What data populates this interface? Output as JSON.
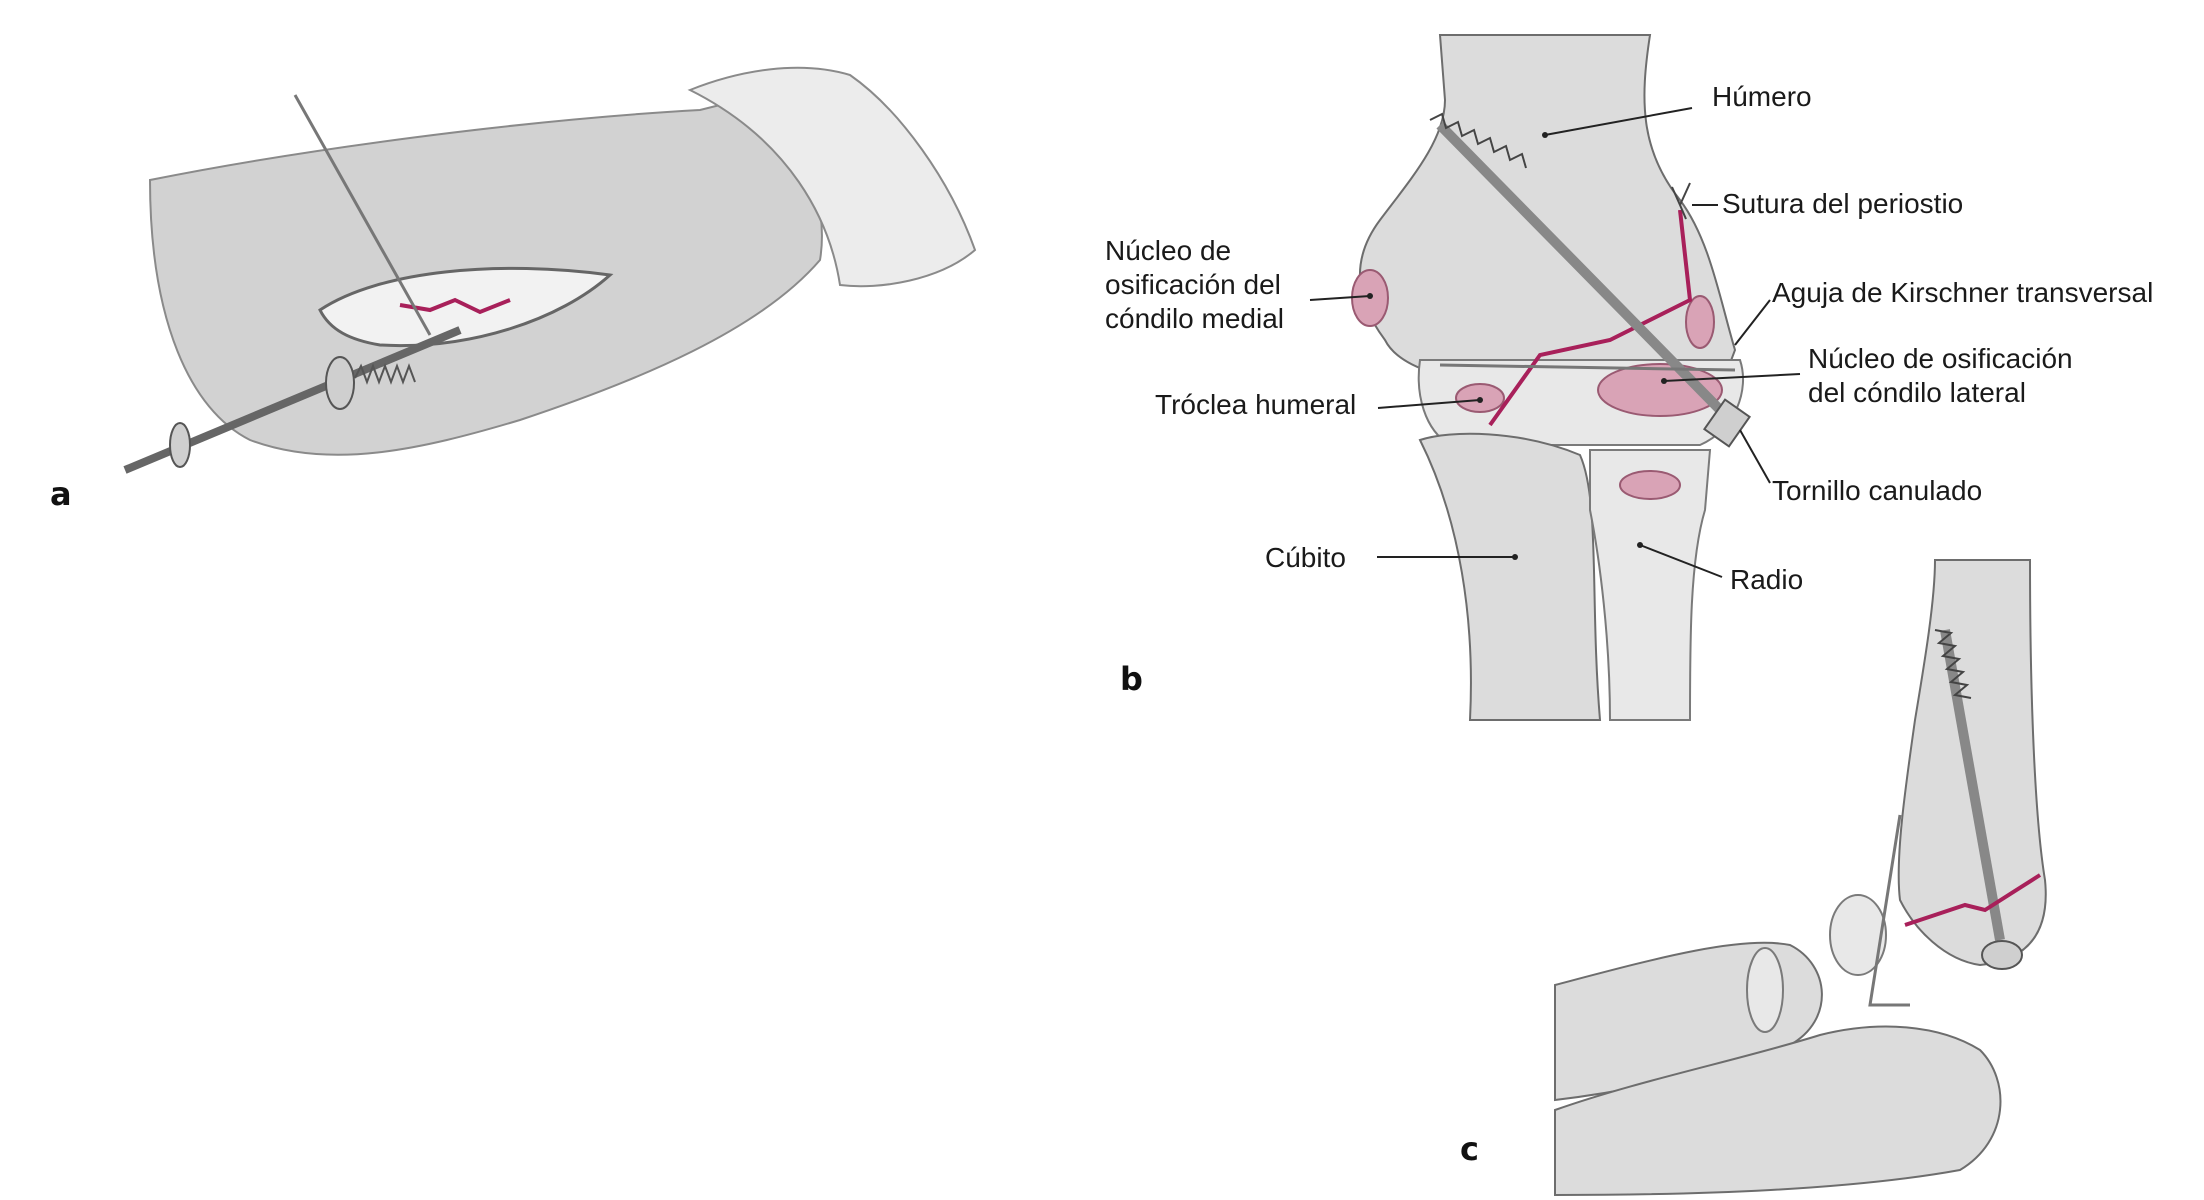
{
  "panels": {
    "a": "a",
    "b": "b",
    "c": "c"
  },
  "labels": {
    "humero": "Húmero",
    "sutura": "Sutura del periostio",
    "nucleo_medial_1": "Núcleo de",
    "nucleo_medial_2": "osificación del",
    "nucleo_medial_3": "cóndilo medial",
    "aguja": "Aguja de Kirschner transversal",
    "nucleo_lateral_1": "Núcleo de osificación",
    "nucleo_lateral_2": "del cóndilo lateral",
    "troclea": "Tróclea humeral",
    "tornillo": "Tornillo canulado",
    "cubito": "Cúbito",
    "radio": "Radio"
  },
  "colors": {
    "fracture_line": "#a8205a",
    "ossification_nucleus": "#d9a3b6",
    "bone": "#dcdcdc"
  }
}
